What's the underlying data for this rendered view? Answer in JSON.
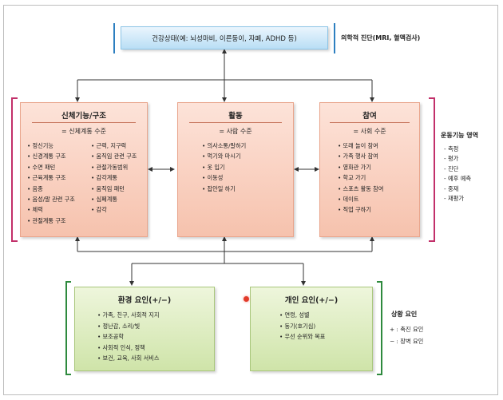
{
  "health": {
    "label": "건강상태(예: 뇌성마비, 이른둥이, 자폐, ADHD 등)",
    "side_label": "의학적 진단(MRI, 혈액검사)"
  },
  "body": {
    "title": "신체기능/구조",
    "subtitle": "= 신체계통 수준",
    "col1": [
      "정신기능",
      "신경계통 구조",
      "수면 패턴",
      "근육계통 구조",
      "음종",
      "음성/말 관련 구조",
      "체력",
      "관절계통 구조"
    ],
    "col2": [
      "근력, 지구력",
      "움직임 관련 구조",
      "관절가동범위",
      "감각계통",
      "움직임 패턴",
      "심폐계통",
      "감각"
    ]
  },
  "activity": {
    "title": "활동",
    "subtitle": "= 사람 수준",
    "items": [
      "의사소통/말하기",
      "먹기와 마시기",
      "옷 입기",
      "이동성",
      "잡안일 하기"
    ]
  },
  "participation": {
    "title": "참여",
    "subtitle": "= 사회 수준",
    "items": [
      "또래 놀이 참여",
      "가족 행사 참여",
      "영화관 가기",
      "학교 가기",
      "스포츠 활동 참여",
      "데이트",
      "직업 구하기"
    ]
  },
  "motor": {
    "label": "운동기능 영역",
    "items": [
      "측정",
      "평가",
      "진단",
      "예후 예측",
      "중재",
      "재평가"
    ]
  },
  "environment": {
    "title": "환경 요인(+/−)",
    "items": [
      "가족, 친구, 사회적 지지",
      "정난감, 소리/빛",
      "보조공학",
      "사회적 인식, 정책",
      "보건, 교육, 사회 서비스"
    ]
  },
  "personal": {
    "title": "개인 요인(+/−)",
    "items": [
      "연령, 성별",
      "동기(호기심)",
      "우선 순위와 목표"
    ]
  },
  "context": {
    "label": "상황 요인",
    "lines": [
      "+ : 촉진 요인",
      "− : 장벽 요인"
    ]
  },
  "colors": {
    "pink_bracket": "#c2306a",
    "blue_bracket": "#2d7fc0",
    "green_bracket": "#2e8a3e"
  }
}
